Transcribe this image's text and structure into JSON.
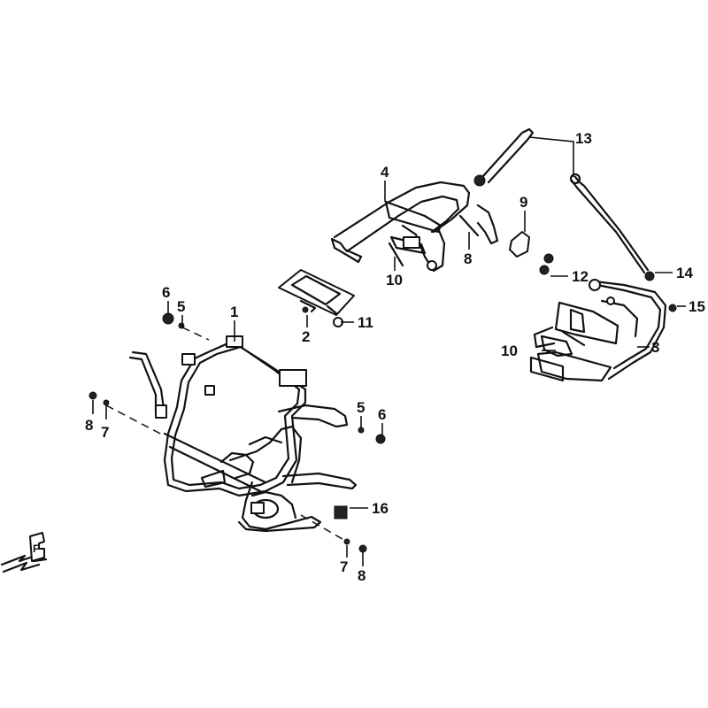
{
  "diagram": {
    "callouts": [
      {
        "id": "c1",
        "text": "1"
      },
      {
        "id": "c2",
        "text": "2"
      },
      {
        "id": "c3",
        "text": "3"
      },
      {
        "id": "c4",
        "text": "4"
      },
      {
        "id": "c5a",
        "text": "5"
      },
      {
        "id": "c5b",
        "text": "5"
      },
      {
        "id": "c6a",
        "text": "6"
      },
      {
        "id": "c6b",
        "text": "6"
      },
      {
        "id": "c7a",
        "text": "7"
      },
      {
        "id": "c7b",
        "text": "7"
      },
      {
        "id": "c8a",
        "text": "8"
      },
      {
        "id": "c8b",
        "text": "8"
      },
      {
        "id": "c8c",
        "text": "8"
      },
      {
        "id": "c9",
        "text": "9"
      },
      {
        "id": "c10a",
        "text": "10"
      },
      {
        "id": "c10b",
        "text": "10"
      },
      {
        "id": "c11",
        "text": "11"
      },
      {
        "id": "c12",
        "text": "12"
      },
      {
        "id": "c13",
        "text": "13"
      },
      {
        "id": "c14",
        "text": "14"
      },
      {
        "id": "c15",
        "text": "15"
      },
      {
        "id": "c16",
        "text": "16"
      }
    ],
    "direction_marker": {
      "text": "F",
      "icon": "forward-arrow-icon"
    }
  }
}
